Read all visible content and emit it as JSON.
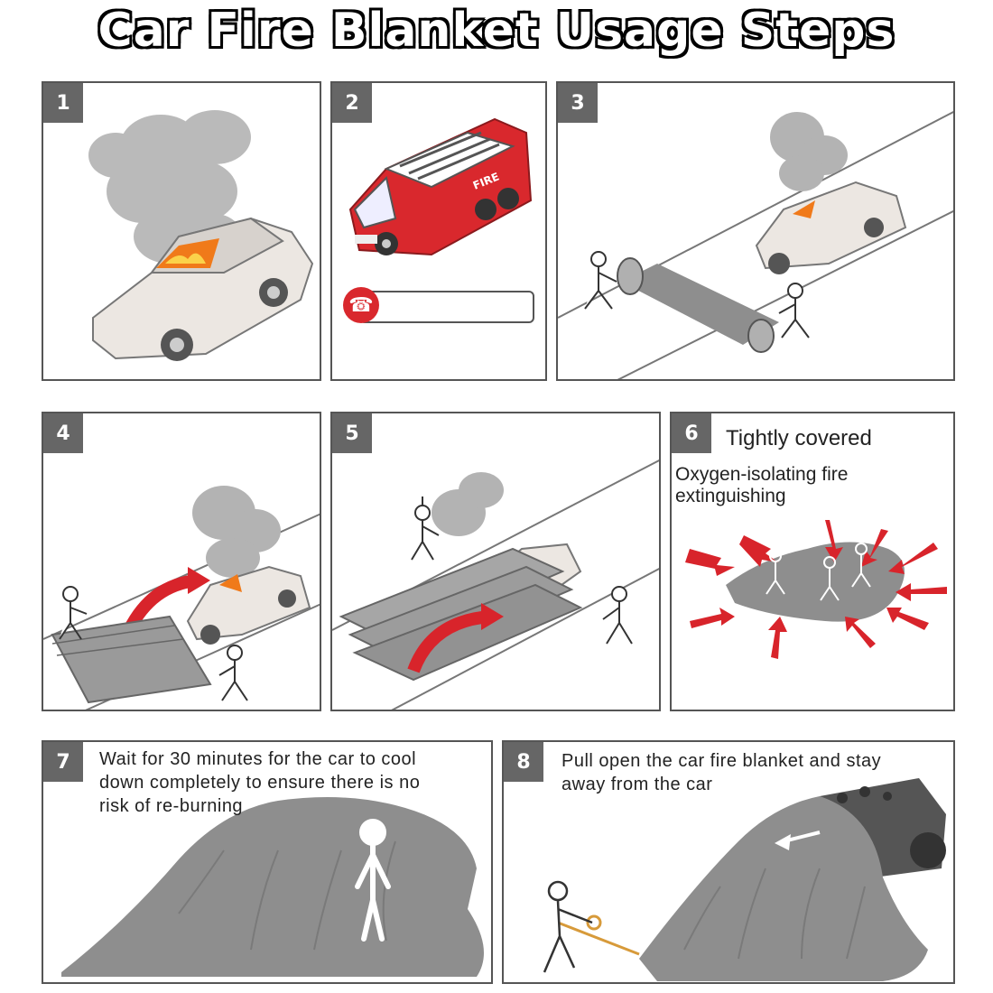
{
  "title": "Car Fire Blanket Usage Steps",
  "colors": {
    "badge": "#666666",
    "arrow_red": "#d8242b",
    "blanket_gray": "#8e8e8e",
    "smoke_gray": "#a0a0a0",
    "fire_orange": "#f07a1a"
  },
  "steps": [
    {
      "number": "1",
      "lines": []
    },
    {
      "number": "2",
      "lines": [],
      "fire_truck_label": "FIRE",
      "phone_icon": "phone-call-icon"
    },
    {
      "number": "3",
      "lines": []
    },
    {
      "number": "4",
      "lines": []
    },
    {
      "number": "5",
      "lines": []
    },
    {
      "number": "6",
      "lines": [
        "Tightly covered",
        "Oxygen-isolating fire extinguishing"
      ]
    },
    {
      "number": "7",
      "lines": [
        "Wait for 30 minutes for the car to cool",
        "down completely to ensure there is no",
        "risk of re-burning"
      ]
    },
    {
      "number": "8",
      "lines": [
        "Pull open the car fire blanket and stay",
        "away from the car"
      ]
    }
  ]
}
